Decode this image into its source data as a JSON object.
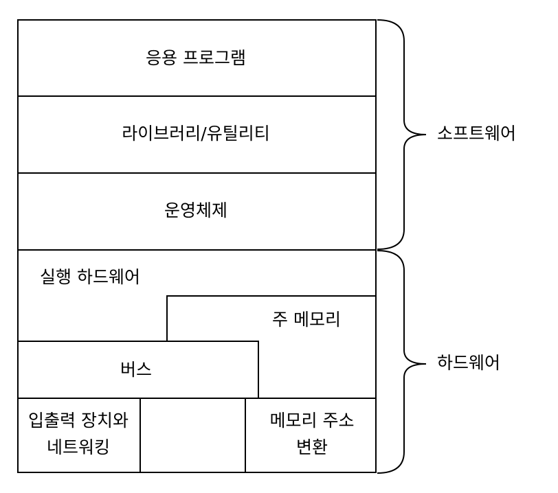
{
  "layers": {
    "applications": "응용 프로그램",
    "libraries": "라이브러리/유틸리티",
    "os": "운영체제"
  },
  "hardware": {
    "execution": "실행 하드웨어",
    "main_memory": "주 메모리",
    "bus": "버스",
    "io_line1": "입출력 장치와",
    "io_line2": "네트워킹",
    "mmu_line1": "메모리 주소",
    "mmu_line2": "변환"
  },
  "groups": {
    "software": "소프트웨어",
    "hardware": "하드웨어"
  },
  "colors": {
    "stroke": "#000000",
    "background": "#ffffff",
    "text": "#000000"
  }
}
